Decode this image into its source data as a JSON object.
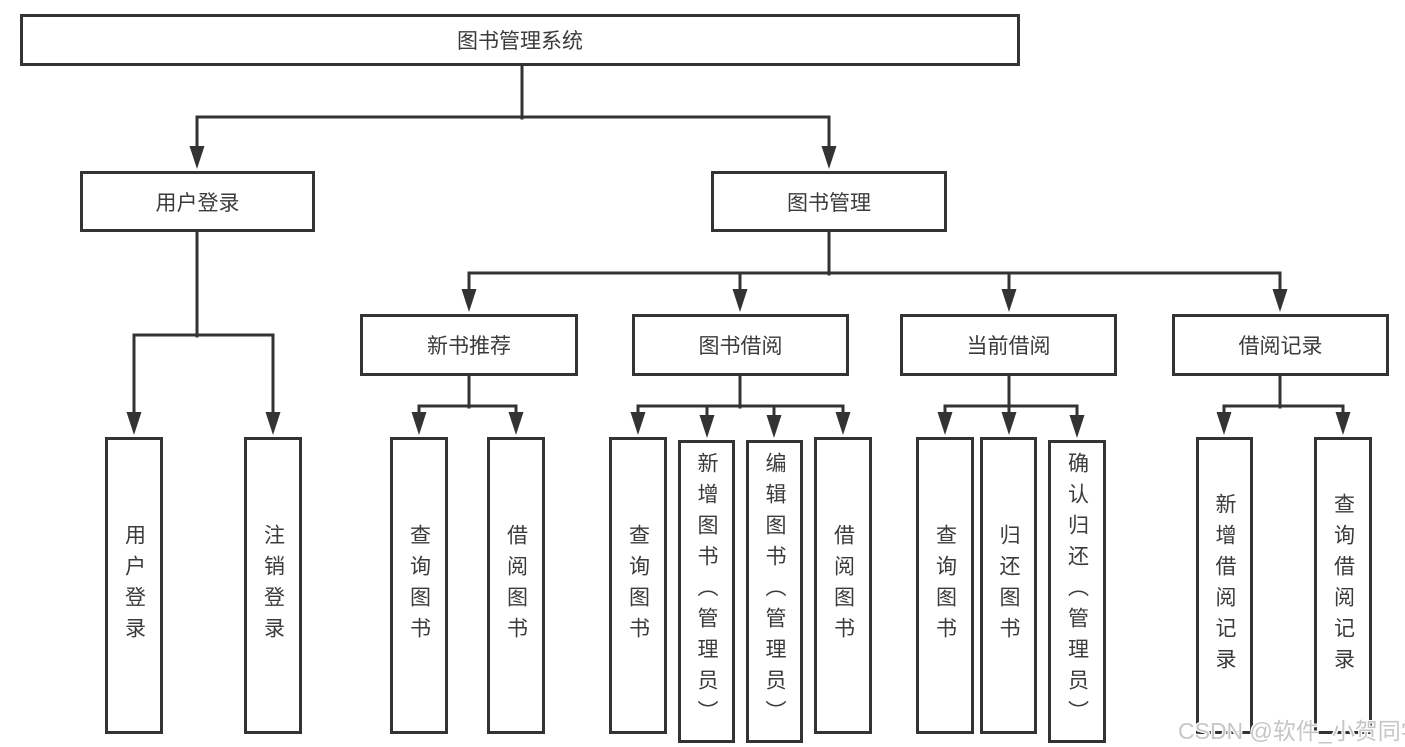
{
  "tree": {
    "label": "图书管理系统",
    "children": [
      {
        "label": "用户登录",
        "children": [
          {
            "label": "用户登录"
          },
          {
            "label": "注销登录"
          }
        ]
      },
      {
        "label": "图书管理",
        "children": [
          {
            "label": "新书推荐",
            "children": [
              {
                "label": "查询图书"
              },
              {
                "label": "借阅图书"
              }
            ]
          },
          {
            "label": "图书借阅",
            "children": [
              {
                "label": "查询图书"
              },
              {
                "label": "新增图书（管理员）"
              },
              {
                "label": "编辑图书（管理员）"
              },
              {
                "label": "借阅图书"
              }
            ]
          },
          {
            "label": "当前借阅",
            "children": [
              {
                "label": "查询图书"
              },
              {
                "label": "归还图书"
              },
              {
                "label": "确认归还（管理员）"
              }
            ]
          },
          {
            "label": "借阅记录",
            "children": [
              {
                "label": "新增借阅记录"
              },
              {
                "label": "查询借阅记录"
              }
            ]
          }
        ]
      }
    ]
  },
  "watermark": "CSDN @软件_小贺同学",
  "colors": {
    "stroke": "#333333",
    "text": "#3b3b3b",
    "background": "#ffffff",
    "watermark": "#c6c6c6"
  }
}
